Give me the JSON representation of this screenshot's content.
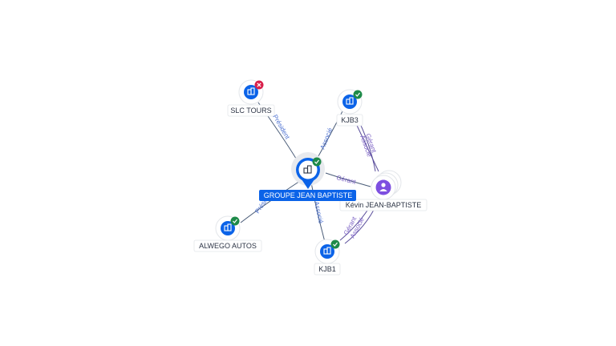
{
  "nodes": {
    "groupe": {
      "label": "GROUPE JEAN BAPTISTE",
      "status": "active"
    },
    "slc": {
      "label": "SLC TOURS",
      "status": "inactive"
    },
    "kjb3": {
      "label": "KJB3",
      "status": "active"
    },
    "kevin": {
      "label": "Kévin JEAN-BAPTISTE"
    },
    "alwego": {
      "label": "ALWEGO AUTOS",
      "status": "active"
    },
    "kjb1": {
      "label": "KJB1",
      "status": "active"
    }
  },
  "edges": {
    "groupe_slc": "Président",
    "groupe_kjb3": "Associé",
    "kevin_groupe": "Gérant",
    "groupe_alwego": "Président",
    "groupe_kjb1": "Associé",
    "kevin_kjb3_a": "Gérant",
    "kevin_kjb3_b": "Associé",
    "kevin_kjb1_a": "Gérant",
    "kevin_kjb1_b": "Associé"
  },
  "colors": {
    "company": "#0b63e8",
    "person": "#7d4fe0",
    "active": "#1e8a49",
    "inactive": "#d81f4a"
  }
}
